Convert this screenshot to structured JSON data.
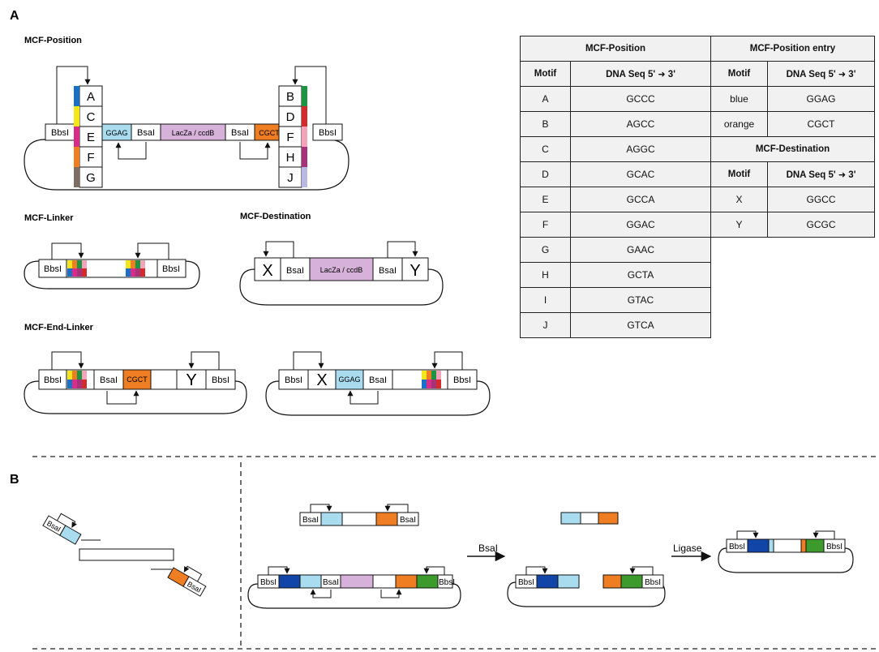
{
  "panels": {
    "a": "A",
    "b": "B"
  },
  "sections": {
    "mcf_position": "MCF-Position",
    "mcf_linker": "MCF-Linker",
    "mcf_destination": "MCF-Destination",
    "mcf_end_linker": "MCF-End-Linker"
  },
  "parts": {
    "bbsi": "BbsI",
    "bsai": "BsaI",
    "lacza": "LacZa / ccdB",
    "ggag": "GGAG",
    "cgct": "CGCT",
    "x": "X",
    "y": "Y",
    "ligase": "Ligase"
  },
  "position_left_letters": [
    "A",
    "C",
    "E",
    "F",
    "G"
  ],
  "position_right_letters": [
    "B",
    "D",
    "F",
    "H",
    "J"
  ],
  "colors": {
    "light_blue": "#a8dcee",
    "orange": "#ef7d22",
    "lilac": "#d6b1d9",
    "dark_blue": "#1245a8",
    "green": "#3d9b2d",
    "gray_light": "#f1f1f1",
    "swatch_left": [
      "#1b6fc4",
      "#f3e61b",
      "#d72c8a",
      "#ef7d22",
      "#7f6e63"
    ],
    "swatch_right": [
      "#1d9443",
      "#d32b2b",
      "#f4a3b8",
      "#a8327a",
      "#b8b8e2"
    ],
    "linker_top": [
      "#f3e61b",
      "#ef7d22",
      "#1d9443",
      "#f4a3b8"
    ],
    "linker_bottom": [
      "#1b6fc4",
      "#d72c8a",
      "#a8327a",
      "#d32b2b"
    ]
  },
  "table_position": {
    "title": "MCF-Position",
    "col_motif": "Motif",
    "col_seq": "DNA Seq 5'",
    "col_seq_end": "3'",
    "rows": [
      {
        "motif": "A",
        "seq": "GCCC"
      },
      {
        "motif": "B",
        "seq": "AGCC"
      },
      {
        "motif": "C",
        "seq": "AGGC"
      },
      {
        "motif": "D",
        "seq": "GCAC"
      },
      {
        "motif": "E",
        "seq": "GCCA"
      },
      {
        "motif": "F",
        "seq": "GGAC"
      },
      {
        "motif": "G",
        "seq": "GAAC"
      },
      {
        "motif": "H",
        "seq": "GCTA"
      },
      {
        "motif": "I",
        "seq": "GTAC"
      },
      {
        "motif": "J",
        "seq": "GTCA"
      }
    ]
  },
  "table_entry": {
    "title": "MCF-Position entry",
    "col_motif": "Motif",
    "col_seq": "DNA Seq 5'",
    "col_seq_end": "3'",
    "rows": [
      {
        "motif": "blue",
        "seq": "GGAG"
      },
      {
        "motif": "orange",
        "seq": "CGCT"
      }
    ]
  },
  "table_destination": {
    "title": "MCF-Destination",
    "col_motif": "Motif",
    "col_seq": "DNA Seq 5'",
    "col_seq_end": "3'",
    "rows": [
      {
        "motif": "X",
        "seq": "GGCC"
      },
      {
        "motif": "Y",
        "seq": "GCGC"
      }
    ]
  }
}
